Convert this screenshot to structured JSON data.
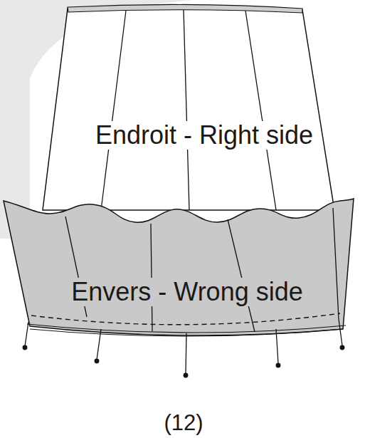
{
  "diagram": {
    "caption": "(12)",
    "labels": [
      "Endroit - Right side",
      "Envers - Wrong side"
    ]
  }
}
